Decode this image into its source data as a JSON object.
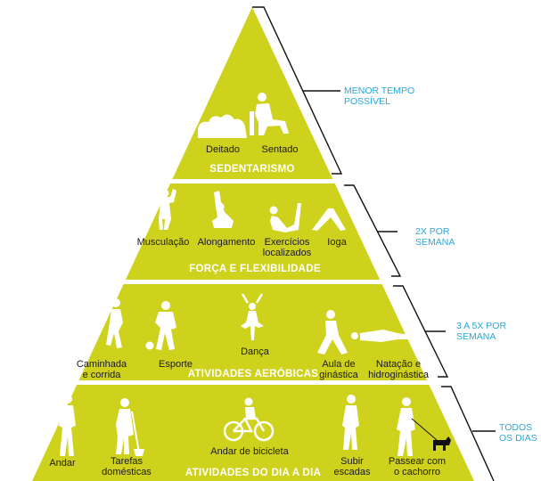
{
  "colors": {
    "band": "#cfd21c",
    "separator": "#ffffff",
    "bracket": "#111111",
    "side_text": "#29a8dc",
    "title_text": "#ffffff",
    "label_text": "#1a1a1a",
    "icon": "#ffffff"
  },
  "levels": [
    {
      "title": "SEDENTARISMO",
      "frequency": [
        "MENOR TEMPO",
        "POSSÍVEL"
      ],
      "activities": [
        {
          "label": [
            "Deitado"
          ],
          "icon": "lying-person-icon"
        },
        {
          "label": [
            "Sentado"
          ],
          "icon": "sitting-person-icon"
        }
      ]
    },
    {
      "title": "FORÇA E FLEXIBILIDADE",
      "frequency": [
        "2X POR",
        "SEMANA"
      ],
      "activities": [
        {
          "label": [
            "Musculação"
          ],
          "icon": "weightlifting-icon"
        },
        {
          "label": [
            "Alongamento"
          ],
          "icon": "stretching-icon"
        },
        {
          "label": [
            "Exercícios",
            "localizados"
          ],
          "icon": "situp-icon"
        },
        {
          "label": [
            "Ioga"
          ],
          "icon": "yoga-icon"
        }
      ]
    },
    {
      "title": "ATIVIDADES AERÓBICAS",
      "frequency": [
        "3 A 5X POR",
        "SEMANA"
      ],
      "activities": [
        {
          "label": [
            "Caminhada",
            "e corrida"
          ],
          "icon": "running-icon"
        },
        {
          "label": [
            "Esporte"
          ],
          "icon": "soccer-player-icon"
        },
        {
          "label": [
            "Dança"
          ],
          "icon": "ballet-dancer-icon"
        },
        {
          "label": [
            "Aula de",
            "ginástica"
          ],
          "icon": "gym-class-icon"
        },
        {
          "label": [
            "Natação e",
            "hidroginástica"
          ],
          "icon": "swimming-icon"
        }
      ]
    },
    {
      "title": "ATIVIDADES DO DIA A DIA",
      "frequency": [
        "TODOS",
        "OS DIAS"
      ],
      "activities": [
        {
          "label": [
            "Andar"
          ],
          "icon": "walking-icon"
        },
        {
          "label": [
            "Tarefas",
            "domésticas"
          ],
          "icon": "sweeping-icon"
        },
        {
          "label": [
            "Andar de bicicleta"
          ],
          "icon": "cyclist-icon"
        },
        {
          "label": [
            "Subir",
            "escadas"
          ],
          "icon": "stairs-climber-icon"
        },
        {
          "label": [
            "Passear com",
            "o cachorro"
          ],
          "icon": "dog-walker-icon"
        }
      ]
    }
  ]
}
